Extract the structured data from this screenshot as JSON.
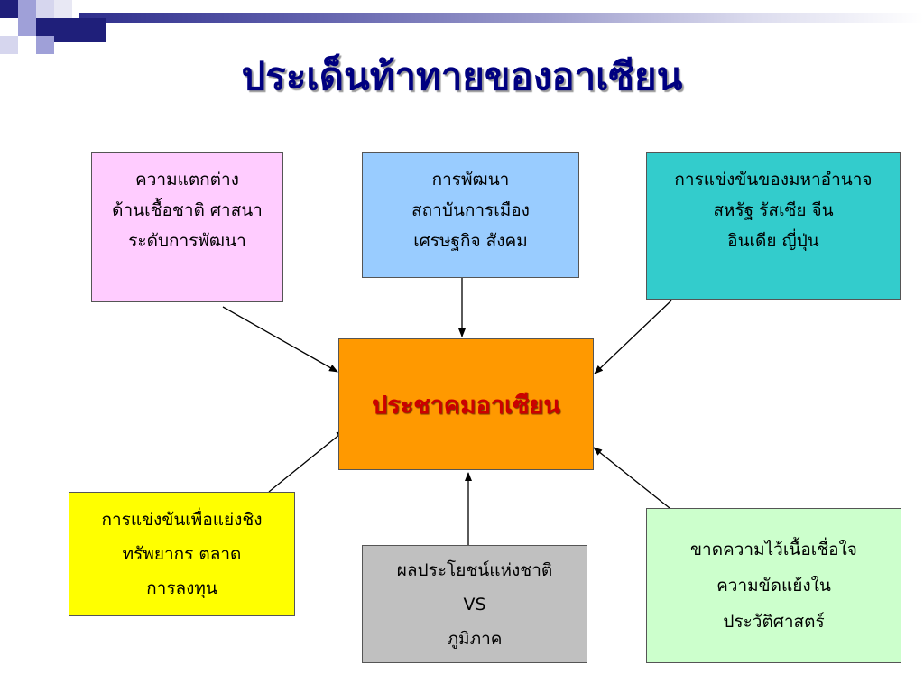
{
  "title": "ประเด็นท้าทายของอาเซียน",
  "colors": {
    "title": "#000080",
    "pink": "#ffccff",
    "blue": "#99ccff",
    "teal": "#33cccc",
    "orange": "#ff9900",
    "yellow": "#ffff00",
    "gray": "#c0c0c0",
    "mint": "#ccffcc",
    "center_text": "#cc0000"
  },
  "center": {
    "label": "ประชาคมอาเซียน"
  },
  "boxes": {
    "ethnic": {
      "lines": [
        "ความแตกต่าง",
        "ด้านเชื้อชาติ ศาสนา",
        "ระดับการพัฒนา"
      ]
    },
    "development": {
      "lines": [
        "การพัฒนา",
        "สถาบันการเมือง",
        "เศรษฐกิจ สังคม"
      ]
    },
    "powers": {
      "lines": [
        "การแข่งขันของมหาอำนาจ",
        "สหรัฐ รัสเซีย จีน",
        "อินเดีย ญี่ปุ่น"
      ]
    },
    "resources": {
      "lines": [
        "การแข่งขันเพื่อแย่งชิง",
        "ทรัพยากร ตลาด",
        "การลงทุน"
      ]
    },
    "interest": {
      "lines": [
        "ผลประโยชน์แห่งชาติ",
        "VS",
        "ภูมิภาค"
      ]
    },
    "trust": {
      "lines": [
        "ขาดความไว้เนื้อเชื่อใจ",
        "ความขัดแย้งใน",
        "ประวัติศาสตร์"
      ]
    }
  }
}
